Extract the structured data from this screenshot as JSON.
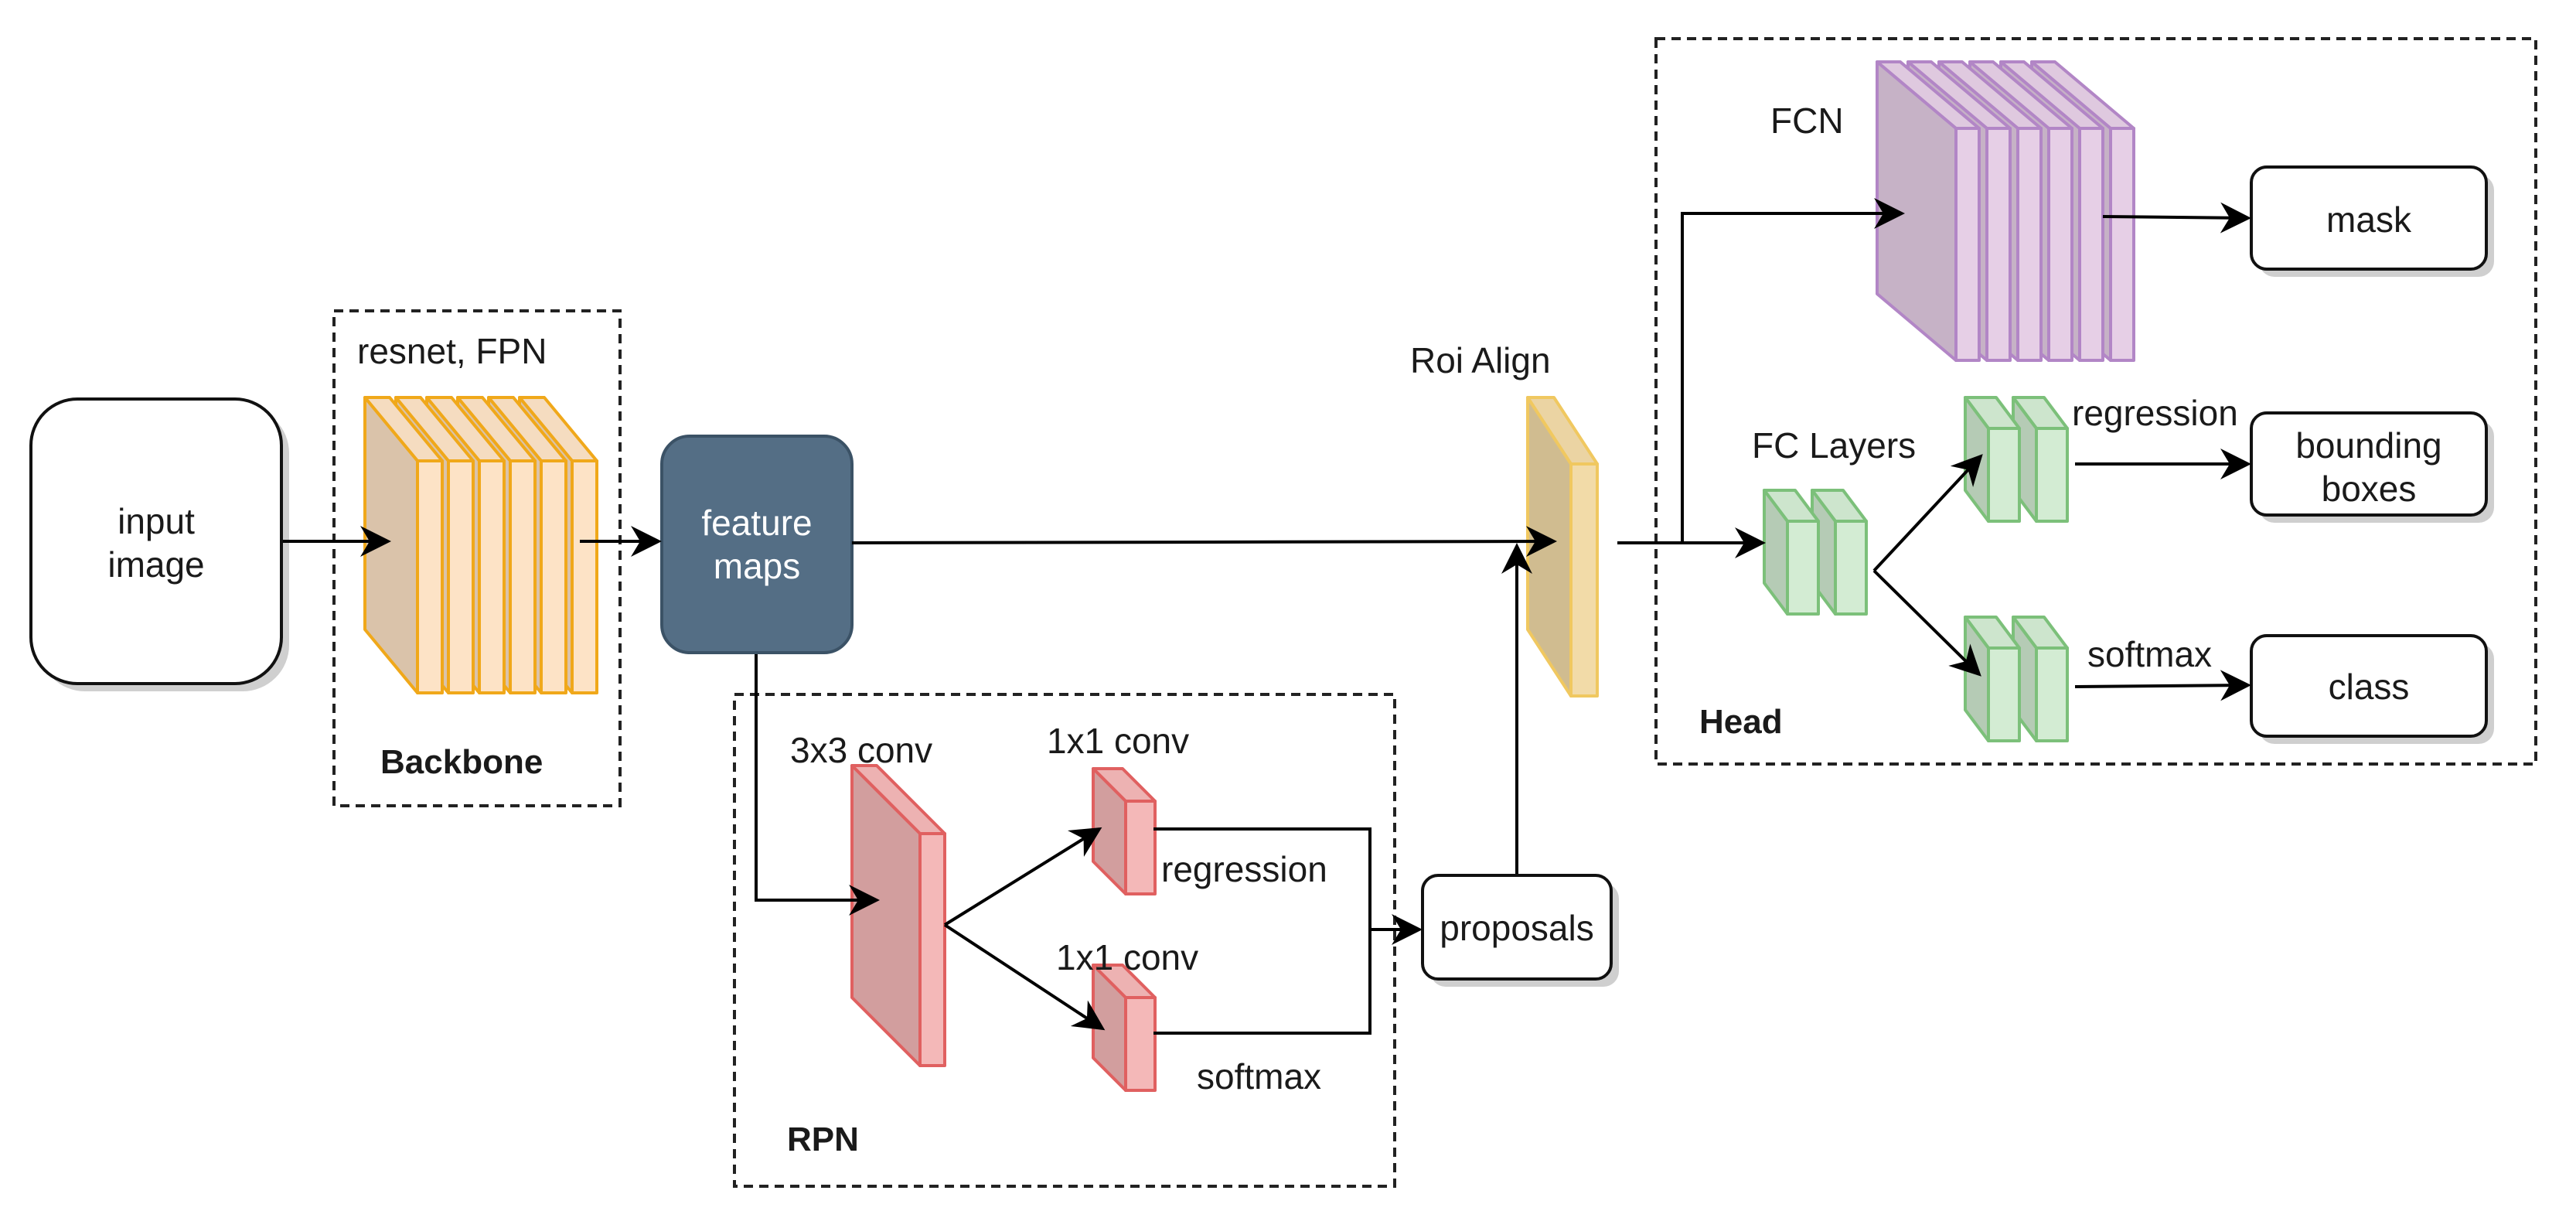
{
  "nodes": {
    "input_image": [
      "input",
      "image"
    ],
    "feature_maps": [
      "feature",
      "maps"
    ],
    "proposals": "proposals",
    "mask": "mask",
    "bounding_boxes": [
      "bounding",
      "boxes"
    ],
    "class": "class"
  },
  "groups": {
    "backbone": {
      "title": "Backbone",
      "caption": "resnet, FPN"
    },
    "rpn": {
      "title": "RPN"
    },
    "head": {
      "title": "Head"
    }
  },
  "labels": {
    "conv3x3": "3x3 conv",
    "conv1x1_a": "1x1 conv",
    "conv1x1_b": "1x1 conv",
    "rpn_regression": "regression",
    "rpn_softmax": "softmax",
    "roi_align": "Roi Align",
    "fc_layers": "FC Layers",
    "fcn": "FCN",
    "head_regression": "regression",
    "head_softmax": "softmax"
  },
  "colors": {
    "backbone_front": "#fde3c6",
    "backbone_stroke": "#f0a81a",
    "feature_maps_fill": "#546e85",
    "rpn_fill": "#f4b8b8",
    "rpn_stroke": "#e06060",
    "roi_fill": "#f2dba8",
    "roi_stroke": "#f0c860",
    "fc_fill": "#d3ecd3",
    "fc_stroke": "#7cc07a",
    "fcn_fill": "#e6cfe6",
    "fcn_stroke": "#b286c6"
  }
}
